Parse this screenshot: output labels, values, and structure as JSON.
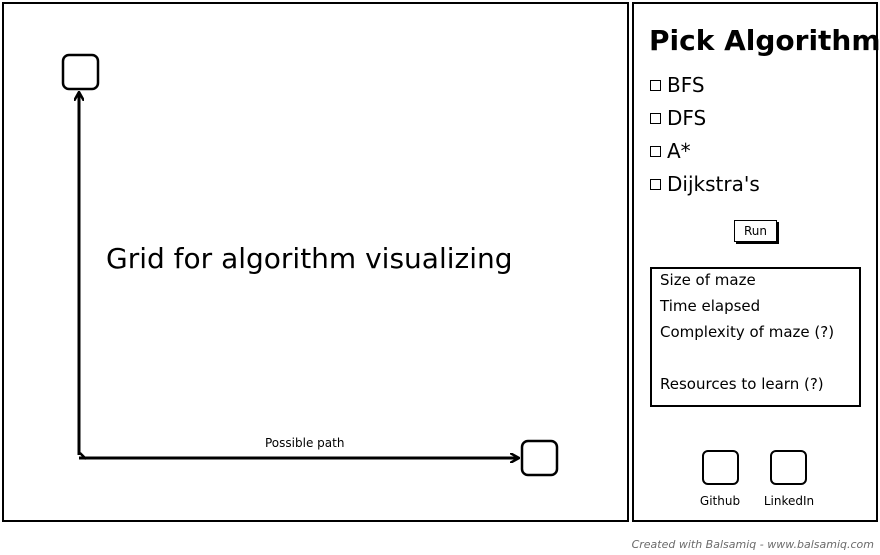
{
  "grid": {
    "title": "Grid for algorithm visualizing",
    "path_label": "Possible path"
  },
  "sidebar": {
    "title": "Pick Algorithm",
    "algorithms": [
      {
        "label": "BFS",
        "checked": false
      },
      {
        "label": "DFS",
        "checked": false
      },
      {
        "label": "A*",
        "checked": false
      },
      {
        "label": "Dijkstra's",
        "checked": false
      }
    ],
    "run_label": "Run",
    "stats": [
      "Size of maze",
      "Time elapsed",
      "Complexity of maze (?)",
      "Resources to learn (?)"
    ],
    "links": [
      {
        "label": "Github"
      },
      {
        "label": "LinkedIn"
      }
    ]
  },
  "footer": {
    "credit": "Created with Balsamiq - www.balsamiq.com"
  }
}
